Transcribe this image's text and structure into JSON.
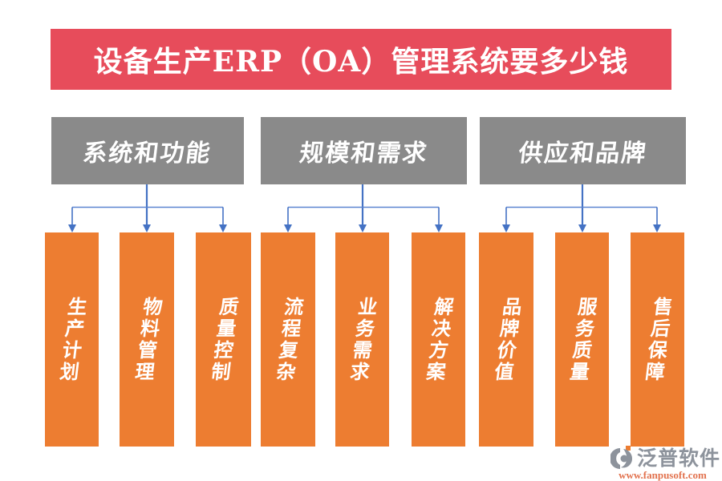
{
  "title": {
    "text": "设备生产ERP（OA）管理系统要多少钱"
  },
  "groups": [
    {
      "label": "系统和功能",
      "children": [
        {
          "label": "生产计划"
        },
        {
          "label": "物料管理"
        },
        {
          "label": "质量控制"
        }
      ]
    },
    {
      "label": "规模和需求",
      "children": [
        {
          "label": "流程复杂"
        },
        {
          "label": "业务需求"
        },
        {
          "label": "解决方案"
        }
      ]
    },
    {
      "label": "供应和品牌",
      "children": [
        {
          "label": "品牌价值"
        },
        {
          "label": "服务质量"
        },
        {
          "label": "售后保障"
        }
      ]
    }
  ],
  "logo": {
    "name": "泛普软件",
    "url": "www.fanpusoft.com",
    "icon": "fanpu-swirl-icon"
  },
  "colors": {
    "banner_red": "#E74C5B",
    "category_gray": "#8A8A8A",
    "bar_orange": "#ED7D31",
    "arrow_blue": "#4472C4",
    "logo_gray": "#8D939C",
    "logo_url_orange": "#E2724E"
  }
}
